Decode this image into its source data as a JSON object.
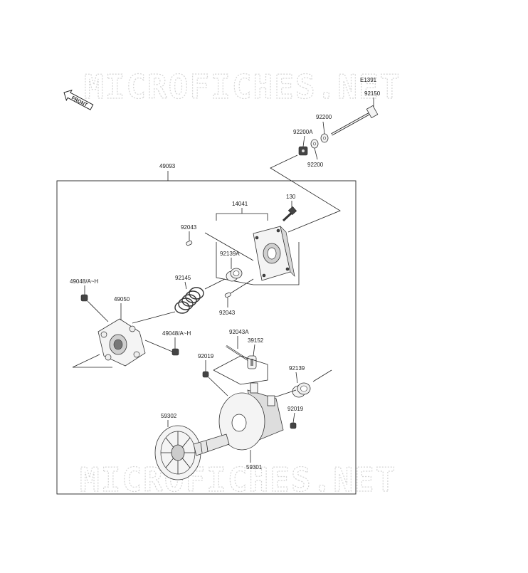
{
  "watermark": {
    "text": "MICROFICHES.NET"
  },
  "front_badge": {
    "text": "FRONT"
  },
  "labels": {
    "p_e1391": "E1391",
    "p_92150": "92150",
    "p_92200_top": "92200",
    "p_92200a": "92200A",
    "p_92200_bottom": "92200",
    "p_49093": "49093",
    "p_130": "130",
    "p_14041": "14041",
    "p_92043_top": "92043",
    "p_92139a": "92139A",
    "p_92145": "92145",
    "p_92043_bottom": "92043",
    "p_49048_left": "49048/A~H",
    "p_49050": "49050",
    "p_49048_right": "49048/A~H",
    "p_92043a": "92043A",
    "p_39152": "39152",
    "p_92019_left": "92019",
    "p_92139": "92139",
    "p_92019_right": "92019",
    "p_59302": "59302",
    "p_59301": "59301"
  }
}
